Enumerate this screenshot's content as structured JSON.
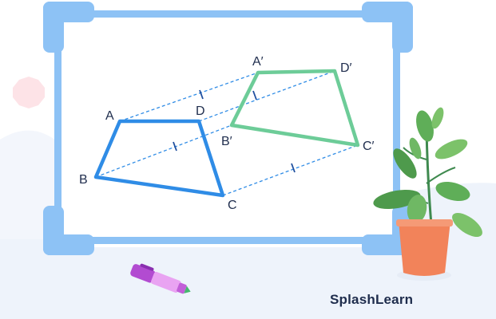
{
  "diagram": {
    "original_label_a": "A",
    "original_label_b": "B",
    "original_label_c": "C",
    "original_label_d": "D",
    "image_label_a": "A′",
    "image_label_b": "B′",
    "image_label_c": "C′",
    "image_label_d": "D′"
  },
  "colors": {
    "original_shape": "#2f8ce6",
    "image_shape": "#6dcc98",
    "guide_lines": "#2f8ce6",
    "board_frame": "#8dc2f5",
    "text": "#1f2d4d"
  },
  "brand": {
    "name": "SplashLearn"
  }
}
